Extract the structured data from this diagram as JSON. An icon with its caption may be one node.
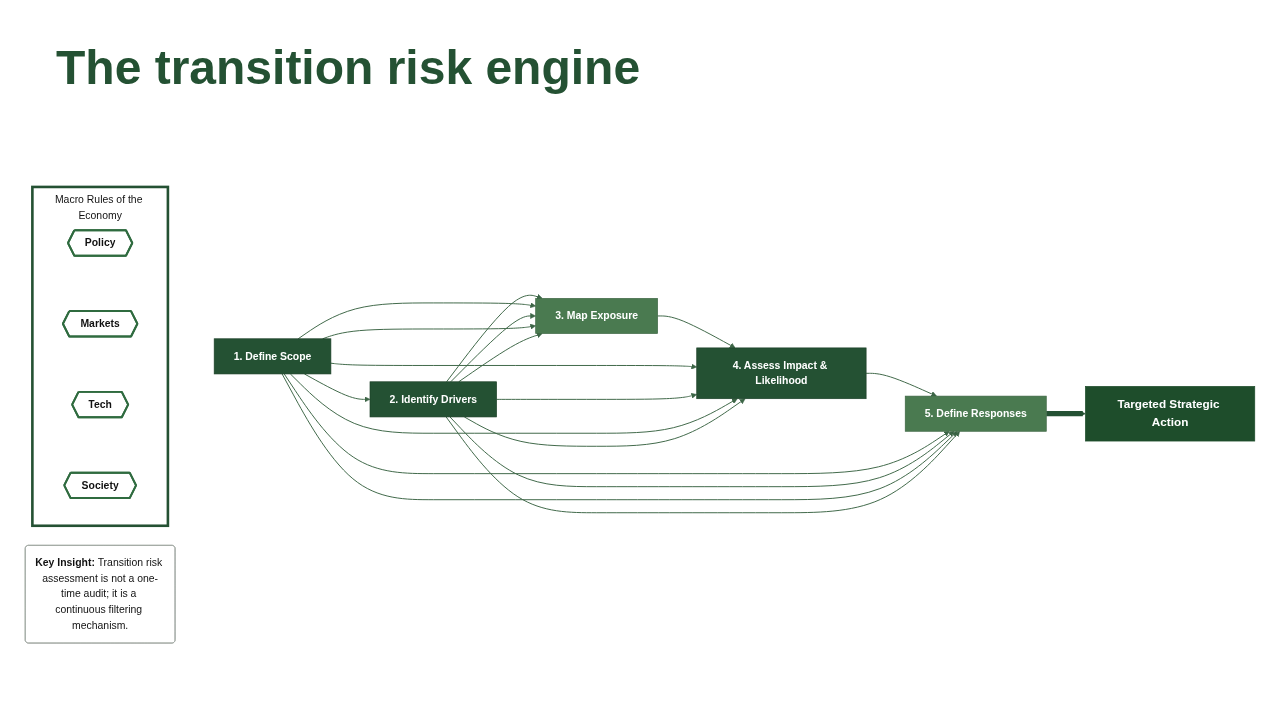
{
  "diagram": {
    "title": "The transition risk engine",
    "nodes": [
      {
        "text": [
          "Macro Rules of the Economy"
        ]
      },
      {
        "text": [
          "Policy"
        ],
        "in": 0
      },
      {
        "text": [
          "Markets"
        ],
        "in": 0
      },
      {
        "text": [
          "Tech"
        ],
        "in": 0
      },
      {
        "text": [
          "Society"
        ],
        "in": 0
      },
      {
        "text": [
          "1. Define Scope"
        ]
      },
      {
        "text": [
          "2. Identify Drivers"
        ]
      },
      {
        "text": [
          "3. Map Exposure"
        ]
      },
      {
        "text": [
          "4. Assess Impact & Likelihood"
        ]
      },
      {
        "text": [
          "5. Define Responses"
        ]
      },
      {
        "text": [
          "Targeted Strategic Action"
        ]
      },
      {
        "text": [
          "**Key Insight:** Transition risk assessment is not a one-time audit; it is a continuous filtering mechanism."
        ]
      }
    ],
    "edges": [
      {
        "from": 5,
        "to": 6,
        "arrow": "to"
      },
      {
        "from": 6,
        "to": 7,
        "arrow": "to"
      },
      {
        "from": 7,
        "to": 8,
        "arrow": "to"
      },
      {
        "from": 8,
        "to": 9,
        "arrow": "to"
      },
      {
        "from": 9,
        "to": 10,
        "arrow": "to",
        "style": "thick"
      },
      {
        "from": 5,
        "to": 7,
        "arrow": "to"
      },
      {
        "from": 5,
        "to": 8,
        "arrow": "to"
      },
      {
        "from": 5,
        "to": 9,
        "arrow": "to"
      },
      {
        "from": 6,
        "to": 7,
        "arrow": "to"
      },
      {
        "from": 6,
        "to": 8,
        "arrow": "to"
      },
      {
        "from": 6,
        "to": 9,
        "arrow": "to"
      },
      {
        "from": 5,
        "to": 7,
        "arrow": "to"
      },
      {
        "from": 5,
        "to": 8,
        "arrow": "to"
      },
      {
        "from": 5,
        "to": 9,
        "arrow": "to"
      },
      {
        "from": 6,
        "to": 7,
        "arrow": "to"
      },
      {
        "from": 6,
        "to": 8,
        "arrow": "to"
      },
      {
        "from": 6,
        "to": 9,
        "arrow": "to"
      }
    ]
  }
}
